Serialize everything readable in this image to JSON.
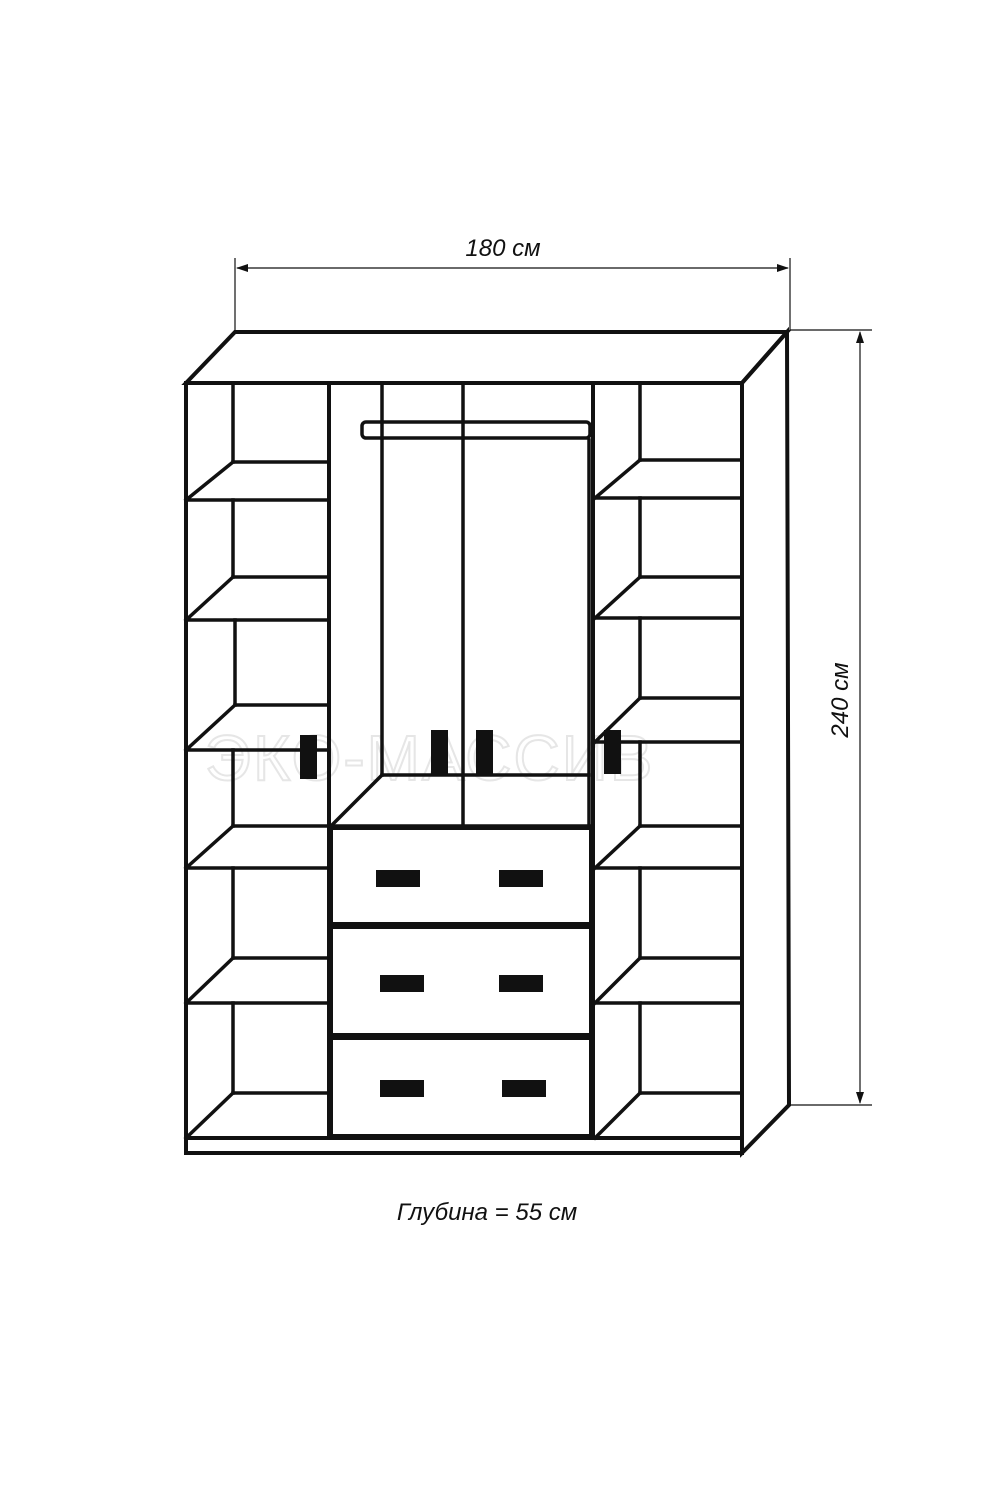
{
  "dimensions": {
    "width_label": "180 см",
    "height_label": "240 см",
    "depth_label": "Глубина = 55 см"
  },
  "watermark": "ЭКО-МАССИВ"
}
